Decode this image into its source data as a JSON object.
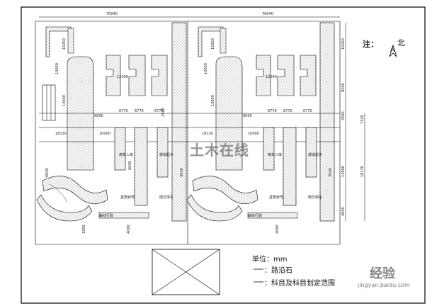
{
  "north": {
    "label": "注：",
    "direction": "北",
    "arrow": "A"
  },
  "dims_top": [
    "70040",
    "70040"
  ],
  "legend": {
    "unit_label": "单位：",
    "unit_value": "mm",
    "curb_label": "：路沿石",
    "range_label": "：科目及科目划定范围"
  },
  "watermark_center": "土木在线",
  "watermark_corner": "经验",
  "watermark_site": "jingyan.baidu.com",
  "dims": {
    "a1": "16260",
    "a2": "13000",
    "a3": "13000",
    "a4": "6000",
    "a5": "18130",
    "b1": "9000",
    "b2": "6770",
    "b3": "6770",
    "b4": "6770",
    "b5": "10000",
    "c1": "2500",
    "c2": "3500",
    "c3": "6000",
    "c4": "1800",
    "d1": "12000",
    "d2": "9200",
    "d3": "7320",
    "d4": "4000"
  },
  "labels": {
    "lot": "倒车入库",
    "slope": "坡道起步",
    "curve": "曲线行驶",
    "turn": "直角转弯",
    "park": "侧方停车"
  }
}
